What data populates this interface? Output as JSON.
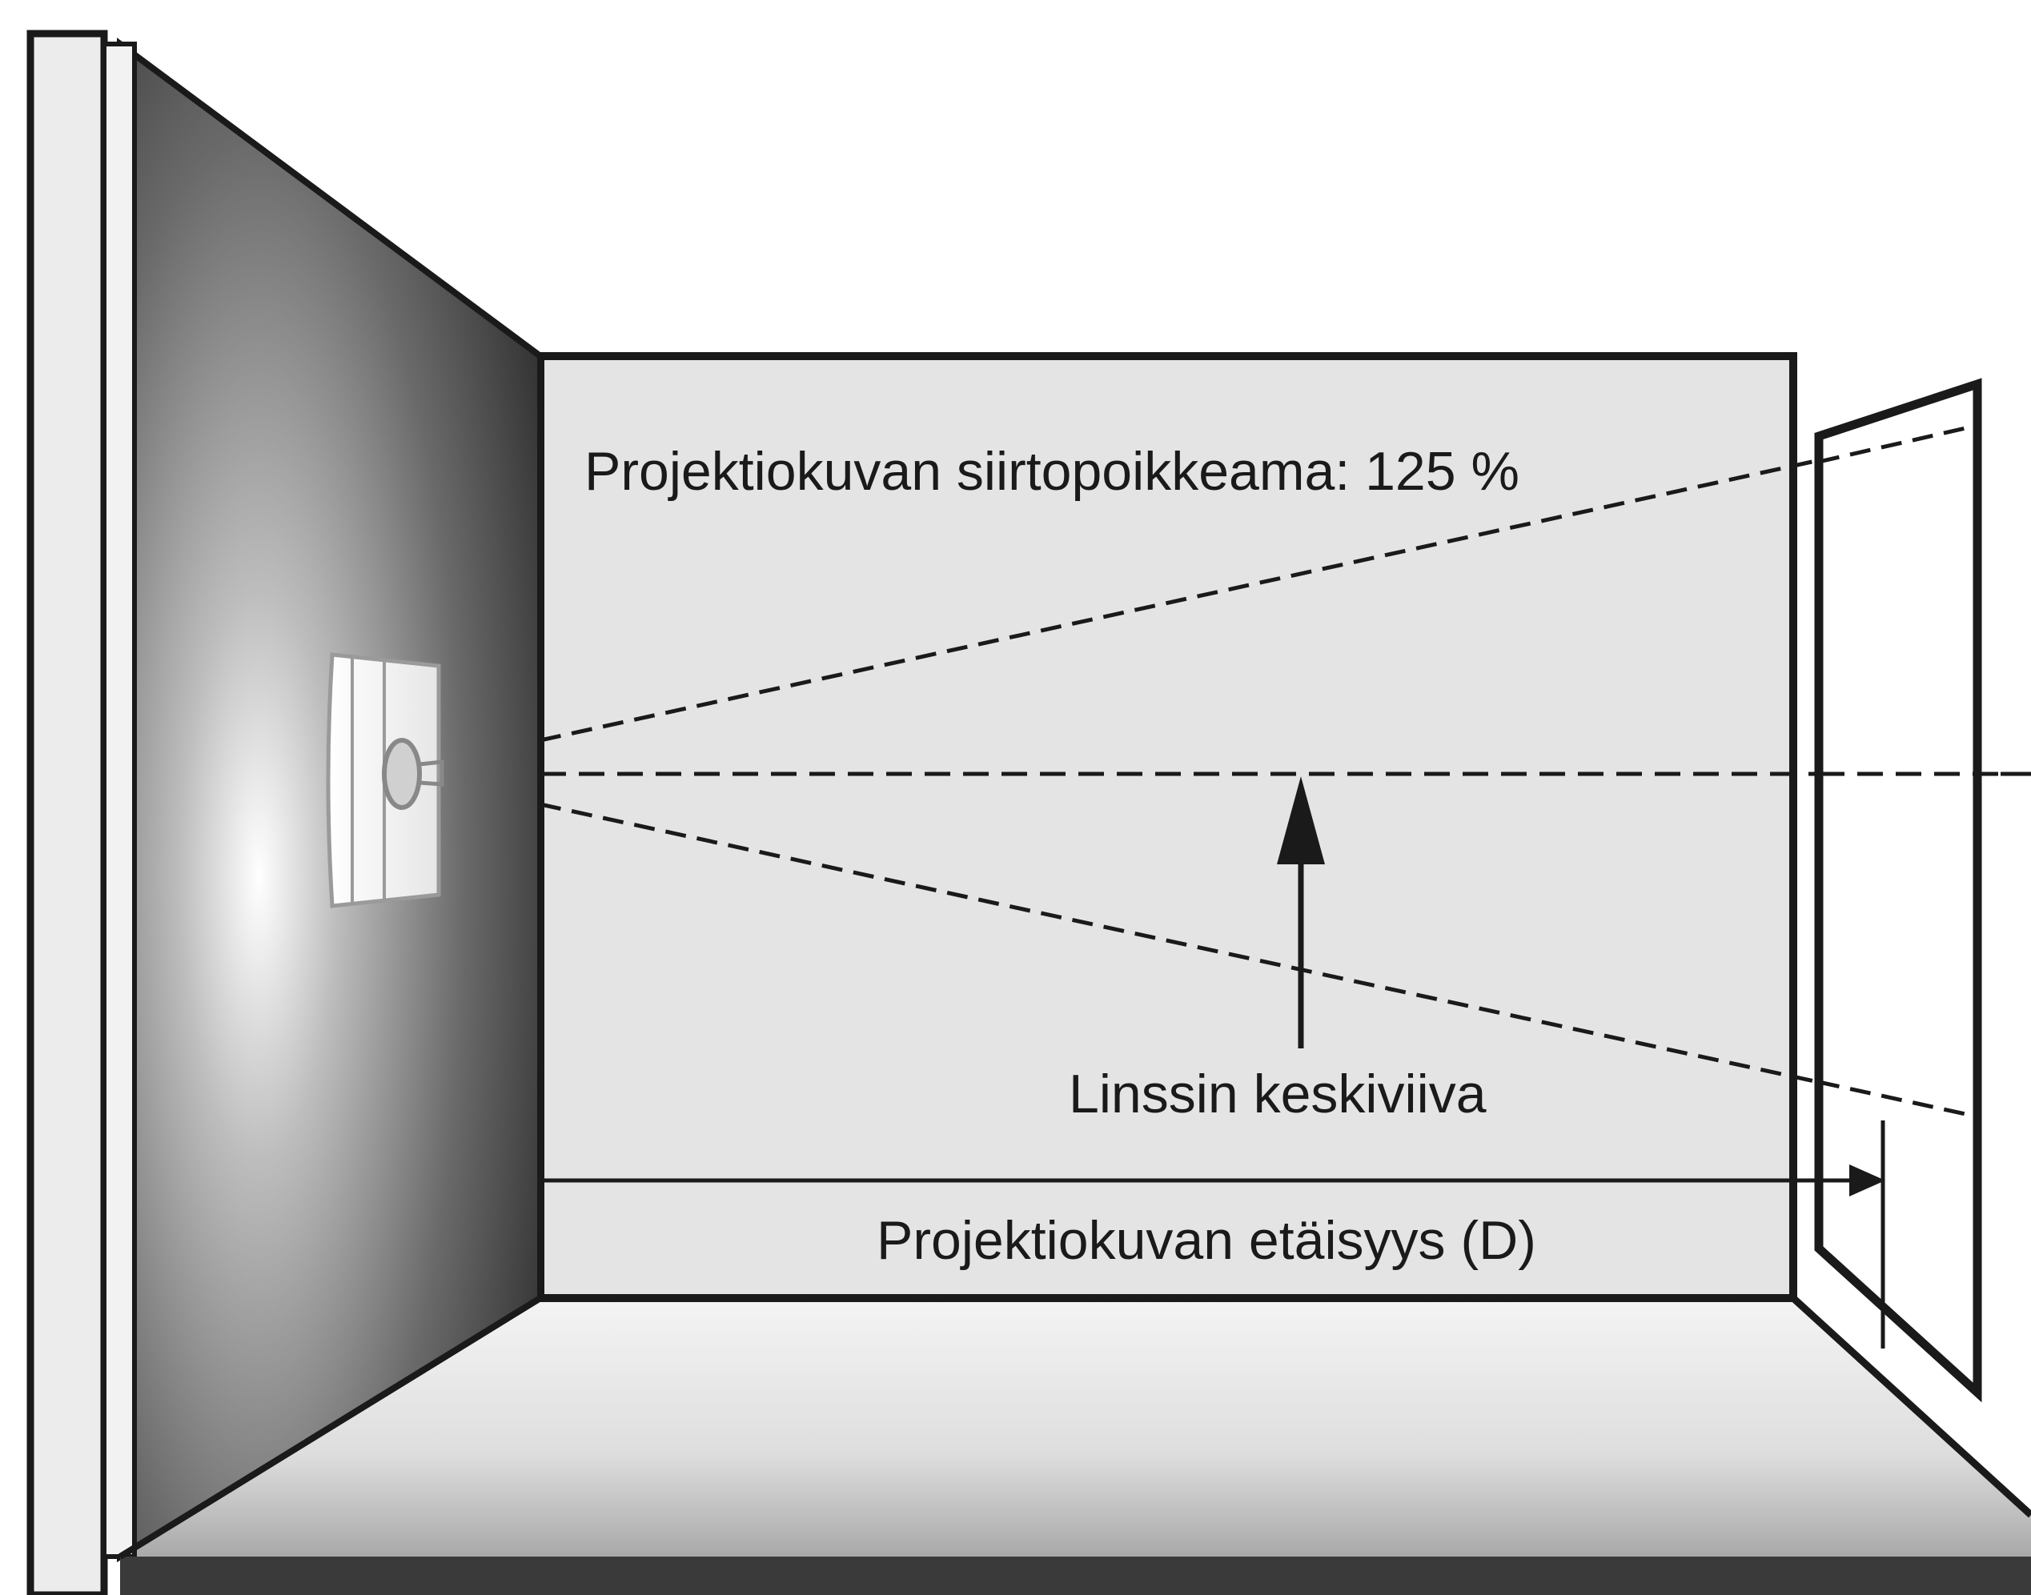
{
  "labels": {
    "offset": "Projektiokuvan siirtopoikkeama: 125 %",
    "lens_center": "Linssin keskiviiva",
    "distance": "Projektiokuvan etäisyys (D)"
  },
  "colors": {
    "wall_back": "#e4e4e4",
    "wall_left_dark": "#3a3a3a",
    "floor": "#ececec",
    "stroke": "#1a1a1a"
  },
  "icons": {
    "projector": "ceiling-mounted-projector",
    "screen": "projection-screen"
  }
}
